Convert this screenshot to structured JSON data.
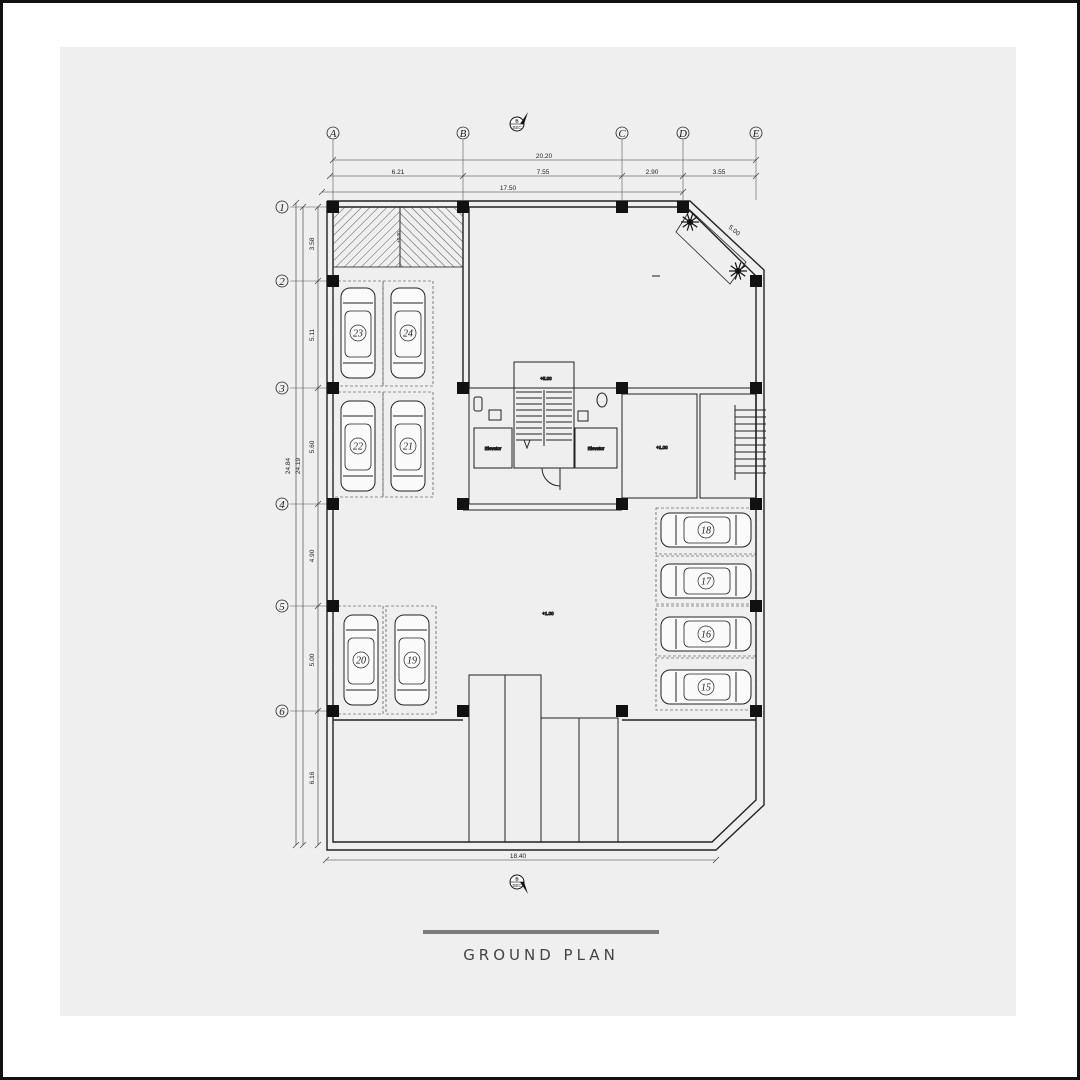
{
  "title": "GROUND PLAN",
  "colors": {
    "line": "#222222",
    "sheet": "#efefef",
    "title_bar": "#7a7a7a",
    "hatch": "#444444"
  },
  "grid_columns": [
    "A",
    "B",
    "C",
    "D",
    "E"
  ],
  "grid_rows": [
    "1",
    "2",
    "3",
    "4",
    "5",
    "6"
  ],
  "dimensions": {
    "overall_top": "20.20",
    "top_segments": [
      "6.21",
      "7.55",
      "2.90",
      "3.55"
    ],
    "top_inner": "17.50",
    "angled": "5.00",
    "left_total_outer": "24.84",
    "left_total_inner": "24.19",
    "left_segments": [
      "3.58",
      "5.11",
      "5.60",
      "4.90",
      "5.00",
      "6.16"
    ],
    "bottom": "18.40"
  },
  "section_markers": {
    "top": {
      "letter": "B",
      "sub": "SEC"
    },
    "bottom": {
      "letter": "B",
      "sub": "SEC"
    }
  },
  "level_tags": [
    "+5.00",
    "+5.00",
    "+1.00",
    "+1.00"
  ],
  "rooms": {
    "elevator_left": "Elevator",
    "elevator_right": "Elevator"
  },
  "parking_spaces": [
    "23",
    "24",
    "22",
    "21",
    "20",
    "19",
    "18",
    "17",
    "16",
    "15"
  ],
  "icons": [
    "car-icon",
    "tree-icon",
    "section-marker-icon",
    "stair-icon",
    "toilet-icon",
    "sink-icon"
  ]
}
